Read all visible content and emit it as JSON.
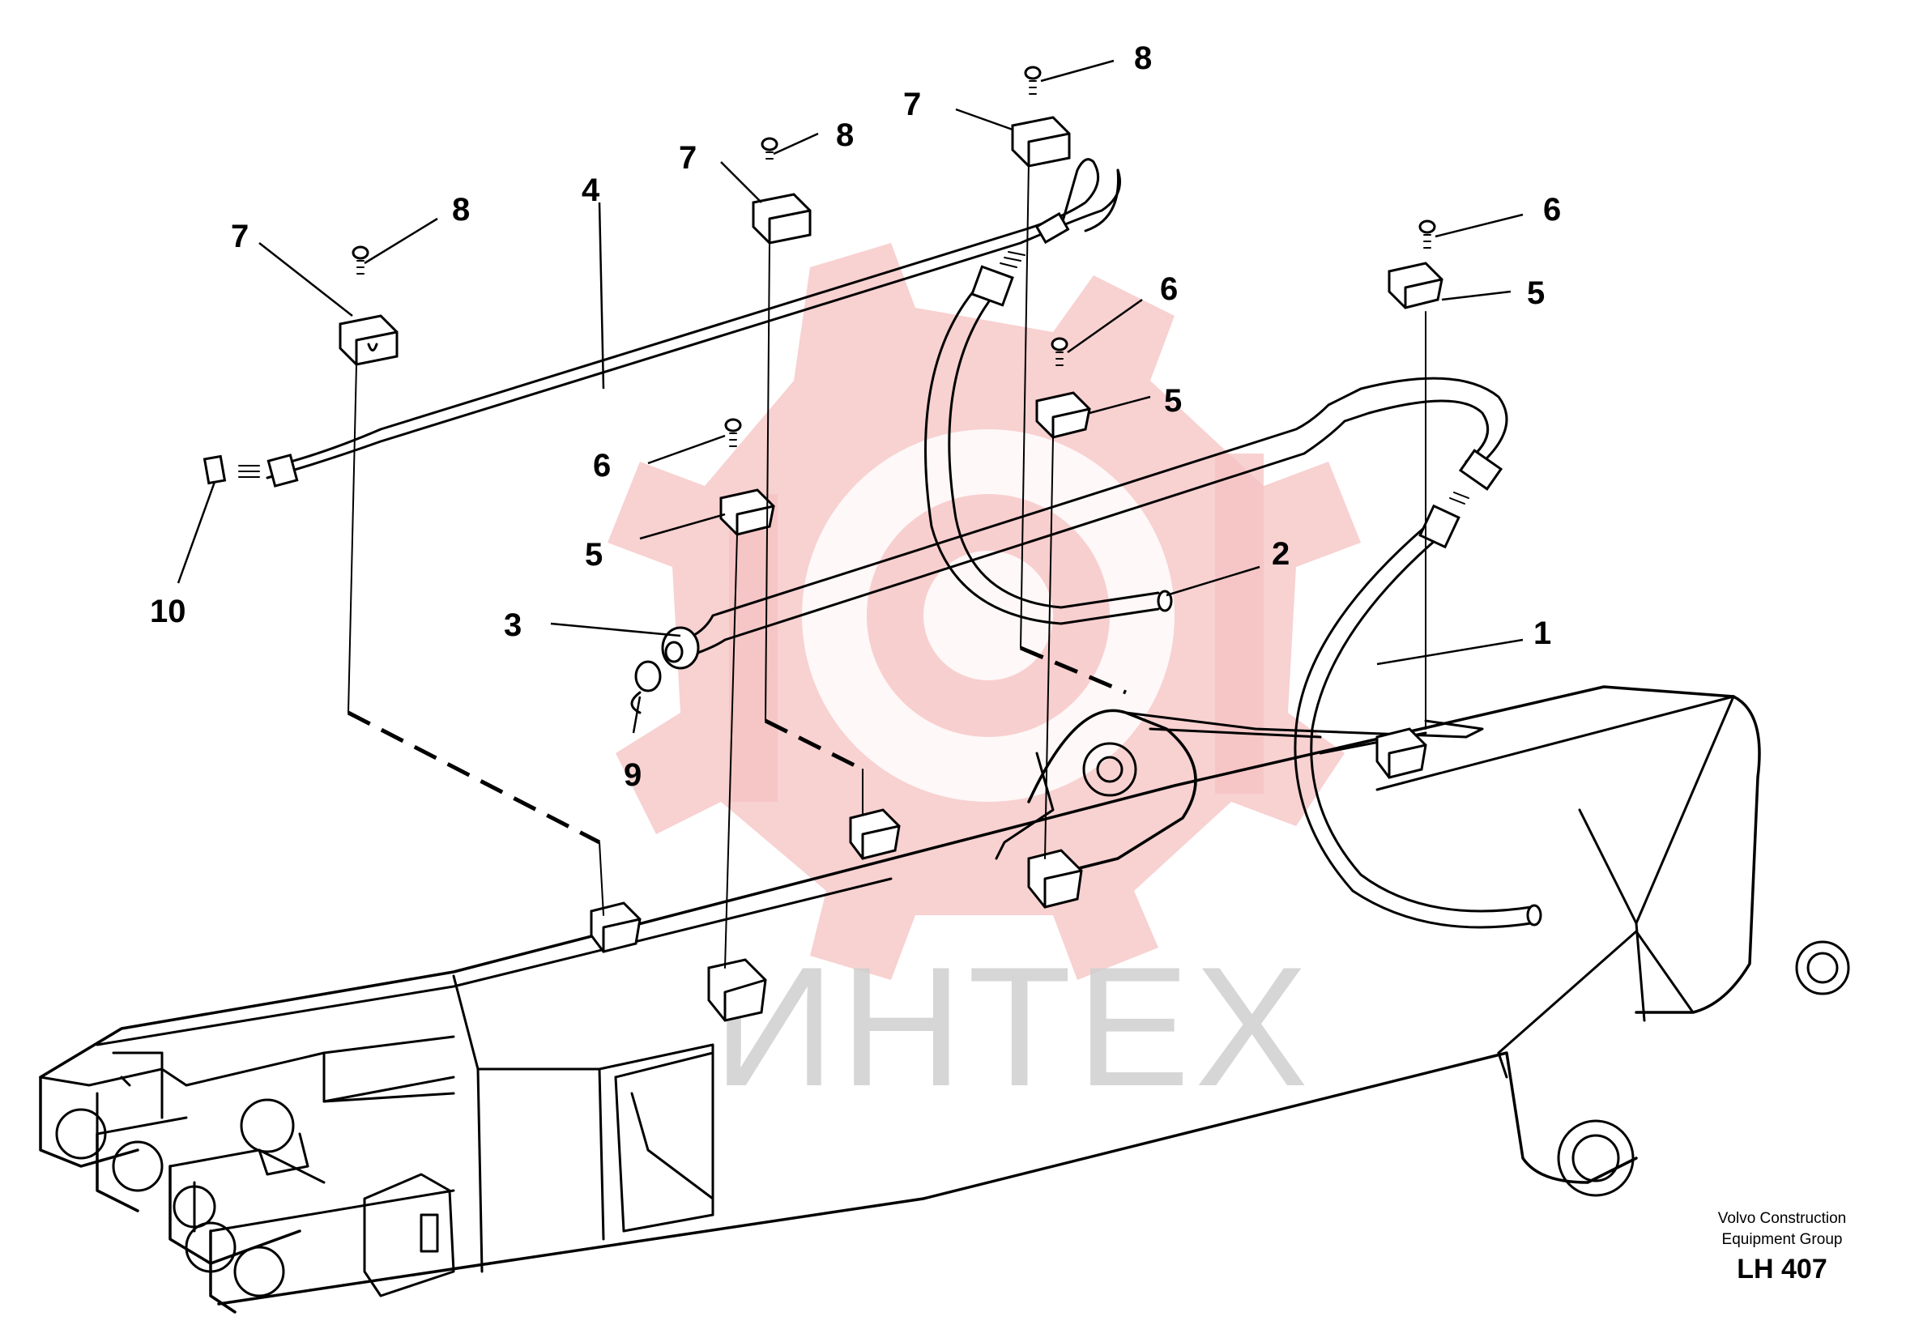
{
  "watermark": {
    "text": "ИНТЕХ"
  },
  "callouts": [
    "1",
    "2",
    "3",
    "4",
    "5",
    "6",
    "7",
    "8",
    "9",
    "10"
  ],
  "footer": {
    "line1": "Volvo Construction",
    "line2": "Equipment Group",
    "ref": "LH 407"
  }
}
